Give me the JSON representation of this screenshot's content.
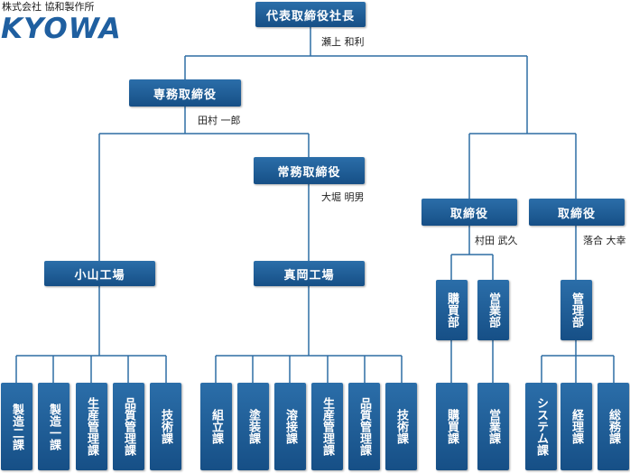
{
  "company": {
    "name": "株式会社 協和製作所",
    "logo": "KYOWA"
  },
  "chart": {
    "ceo": {
      "title": "代表取締役社長",
      "person": "瀬上 和利"
    },
    "senior_md": {
      "title": "専務取締役",
      "person": "田村 一郎"
    },
    "md": {
      "title": "常務取締役",
      "person": "大堀 明男"
    },
    "director1": {
      "title": "取締役",
      "person": "村田 武久"
    },
    "director2": {
      "title": "取締役",
      "person": "落合 大幸"
    },
    "oyama_factory": "小山工場",
    "moka_factory": "真岡工場",
    "purchasing_dept": "購買部",
    "sales_dept": "営業部",
    "admin_dept": "管理部",
    "oyama_sections": [
      "製造二課",
      "製造一課",
      "生産管理課",
      "品質管理課",
      "技術課"
    ],
    "moka_sections": [
      "組立課",
      "塗装課",
      "溶接課",
      "生産管理課",
      "品質管理課",
      "技術課"
    ],
    "purchasing_section": "購買課",
    "sales_section": "営業課",
    "admin_sections": [
      "システム課",
      "経理課",
      "総務課"
    ]
  },
  "colors": {
    "box": "#1e5f98",
    "line": "#2e6da4"
  }
}
